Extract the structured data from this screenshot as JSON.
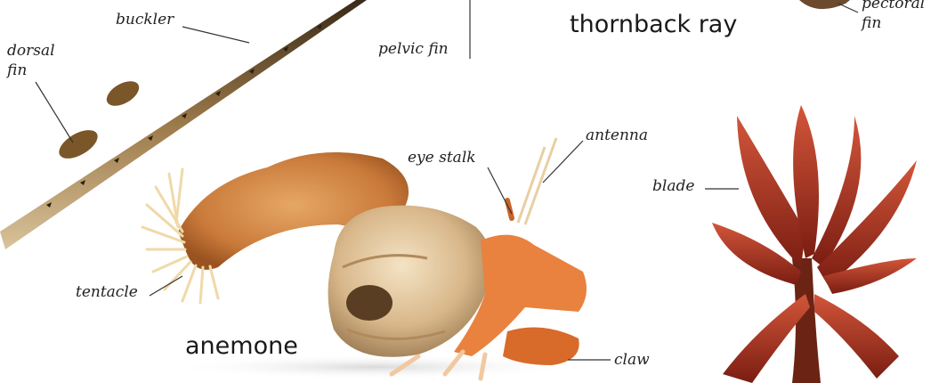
{
  "labels": {
    "buckler": "buckler",
    "pelvic_fin": "pelvic fin",
    "dorsal_fin_line1": "dorsal",
    "dorsal_fin_line2": "fin",
    "pectoral_fin_line1": "pectoral",
    "pectoral_fin_line2": "fin",
    "eye_stalk": "eye stalk",
    "antenna": "antenna",
    "blade": "blade",
    "tentacle": "tentacle",
    "claw": "claw"
  },
  "titles": {
    "thornback_ray": "thornback ray",
    "anemone": "anemone"
  },
  "colors": {
    "label_text": "#222222",
    "leader_line": "#333333",
    "ray_tail": "#8a6a3e",
    "anemone_body": "#c98343",
    "anemone_tentacles": "#f0d9a8",
    "shell": "#d9b98c",
    "crab": "#e8823e",
    "seaweed": "#a3301d"
  },
  "icons": {
    "ray": "ray-tail-illustration",
    "hermit_crab": "hermit-crab-with-anemone-illustration",
    "seaweed": "red-seaweed-illustration"
  }
}
